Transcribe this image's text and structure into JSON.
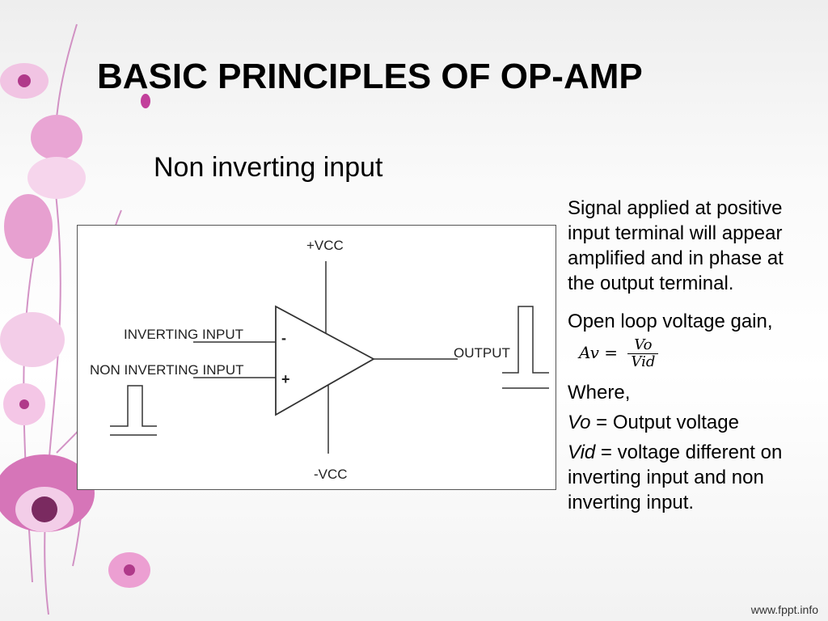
{
  "slide": {
    "title": "BASIC PRINCIPLES OF OP-AMP",
    "subtitle": "Non inverting input",
    "footer": "www.fppt.info"
  },
  "diagram": {
    "vcc_pos": "+VCC",
    "vcc_neg": "-VCC",
    "inverting_label": "INVERTING INPUT",
    "non_inverting_label": "NON INVERTING INPUT",
    "output_label": "OUTPUT",
    "minus_sign": "-",
    "plus_sign": "+"
  },
  "text": {
    "para1": "Signal applied at positive input terminal will appear amplified and in phase at the output terminal.",
    "gain_text": "Open loop voltage gain,",
    "formula_lhs": "Av =",
    "formula_num": "Vo",
    "formula_den": "Vid",
    "where": "Where,",
    "vo_var": "Vo",
    "vo_def": " = Output voltage",
    "vid_var": "Vid",
    "vid_def": " = voltage different on inverting input and non inverting input."
  },
  "colors": {
    "flower_pink": "#c2409b",
    "flower_light": "#f4c6e6"
  }
}
